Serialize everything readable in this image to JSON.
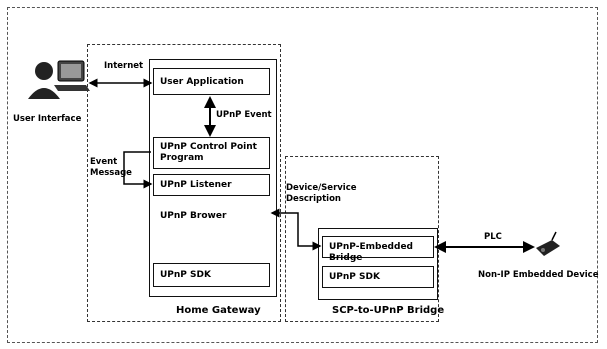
{
  "diagram": {
    "user_interface_label": "User Interface",
    "internet_label": "Internet",
    "upnp_event_label": "UPnP Event",
    "event_message_label_line1": "Event",
    "event_message_label_line2": "Message",
    "device_service_label_line1": "Device/Service",
    "device_service_label_line2": "Description",
    "plc_label": "PLC",
    "non_ip_device_label": "Non-IP Embedded Device",
    "home_gateway": {
      "title": "Home Gateway",
      "blocks": {
        "user_application": "User Application",
        "control_point_line1": "UPnP Control Point",
        "control_point_line2": "Program",
        "listener": "UPnP Listener",
        "browser": "UPnP Brower",
        "sdk": "UPnP SDK"
      }
    },
    "bridge": {
      "title": "SCP-to-UPnP Bridge",
      "blocks": {
        "embedded_bridge": "UPnP-Embedded Bridge",
        "sdk": "UPnP SDK"
      }
    }
  },
  "icons": {
    "user_interface": "user-laptop-icon",
    "device": "plc-device-icon"
  }
}
